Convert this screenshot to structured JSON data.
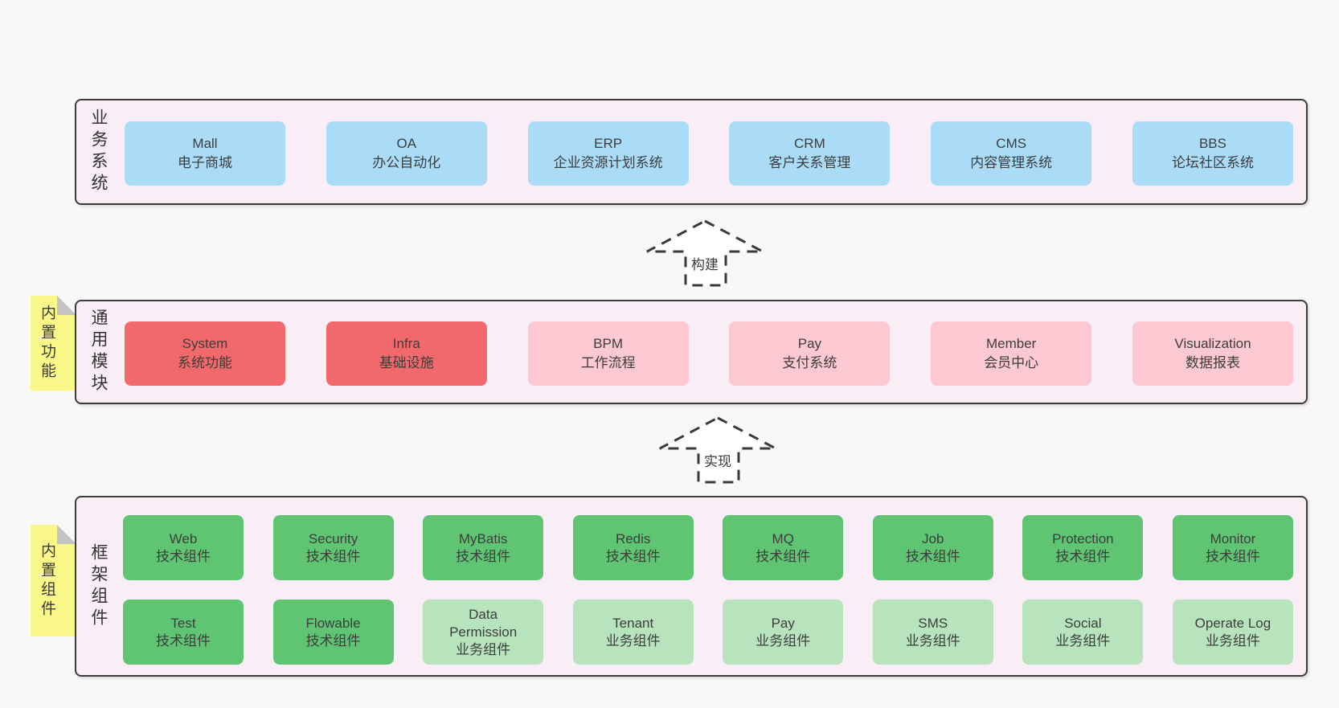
{
  "layers": {
    "business": {
      "label": "业务系统",
      "boxes": [
        {
          "name": "Mall",
          "desc": "电子商城"
        },
        {
          "name": "OA",
          "desc": "办公自动化"
        },
        {
          "name": "ERP",
          "desc": "企业资源计划系统"
        },
        {
          "name": "CRM",
          "desc": "客户关系管理"
        },
        {
          "name": "CMS",
          "desc": "内容管理系统"
        },
        {
          "name": "BBS",
          "desc": "论坛社区系统"
        }
      ]
    },
    "modules": {
      "label": "通用模块",
      "tag": "内置功能",
      "boxes": [
        {
          "name": "System",
          "desc": "系统功能"
        },
        {
          "name": "Infra",
          "desc": "基础设施"
        },
        {
          "name": "BPM",
          "desc": "工作流程"
        },
        {
          "name": "Pay",
          "desc": "支付系统"
        },
        {
          "name": "Member",
          "desc": "会员中心"
        },
        {
          "name": "Visualization",
          "desc": "数据报表"
        }
      ]
    },
    "framework": {
      "label": "框架组件",
      "tag": "内置组件",
      "row1": [
        {
          "name": "Web",
          "desc": "技术组件"
        },
        {
          "name": "Security",
          "desc": "技术组件"
        },
        {
          "name": "MyBatis",
          "desc": "技术组件"
        },
        {
          "name": "Redis",
          "desc": "技术组件"
        },
        {
          "name": "MQ",
          "desc": "技术组件"
        },
        {
          "name": "Job",
          "desc": "技术组件"
        },
        {
          "name": "Protection",
          "desc": "技术组件"
        },
        {
          "name": "Monitor",
          "desc": "技术组件"
        }
      ],
      "row2": [
        {
          "name": "Test",
          "desc": "技术组件"
        },
        {
          "name": "Flowable",
          "desc": "技术组件"
        },
        {
          "name": "Data Permission",
          "desc": "业务组件"
        },
        {
          "name": "Tenant",
          "desc": "业务组件"
        },
        {
          "name": "Pay",
          "desc": "业务组件"
        },
        {
          "name": "SMS",
          "desc": "业务组件"
        },
        {
          "name": "Social",
          "desc": "业务组件"
        },
        {
          "name": "Operate Log",
          "desc": "业务组件"
        }
      ]
    }
  },
  "arrows": {
    "build": {
      "label": "构建"
    },
    "implement": {
      "label": "实现"
    }
  },
  "colors": {
    "page_bg": "#f8f8f8",
    "panel_bg": "#f9edf6",
    "panel_border": "#3c3c3c",
    "business_box": "#aadcf7",
    "core_module_box": "#f2696c",
    "optional_module_box": "#fcc9d3",
    "tech_component_box": "#5fc573",
    "biz_component_box": "#b7e3bd",
    "note_tag": "#fbf88a",
    "note_fold": "#c4c4c4",
    "text": "#3d3d3d"
  }
}
